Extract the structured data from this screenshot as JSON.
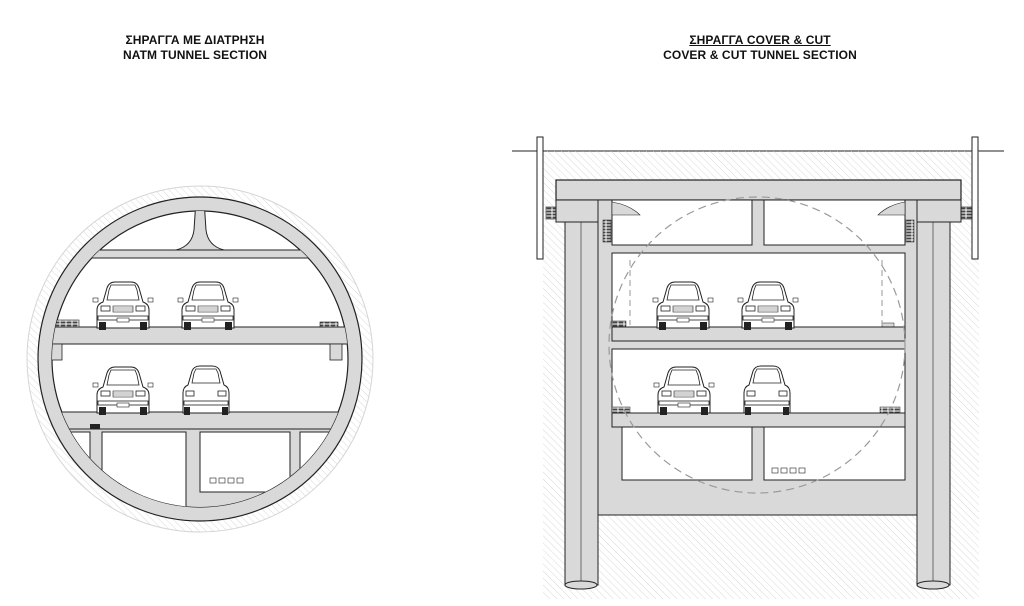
{
  "natm": {
    "title_greek": "ΣΗΡΑΓΓΑ ΜΕ ΔΙΑΤΡΗΣΗ",
    "title_english": "NATM TUNNEL SECTION"
  },
  "cover_cut": {
    "title_greek": "ΣΗΡΑΓΓΑ COVER & CUT",
    "title_english": "COVER & CUT TUNNEL SECTION"
  },
  "colors": {
    "concrete": "#d9d9d9",
    "line": "#222222",
    "hatch": "#bdbdbd",
    "dashed_outline": "#9a9a9a"
  },
  "icons": [
    "car-front-icon",
    "car-rear-icon"
  ]
}
